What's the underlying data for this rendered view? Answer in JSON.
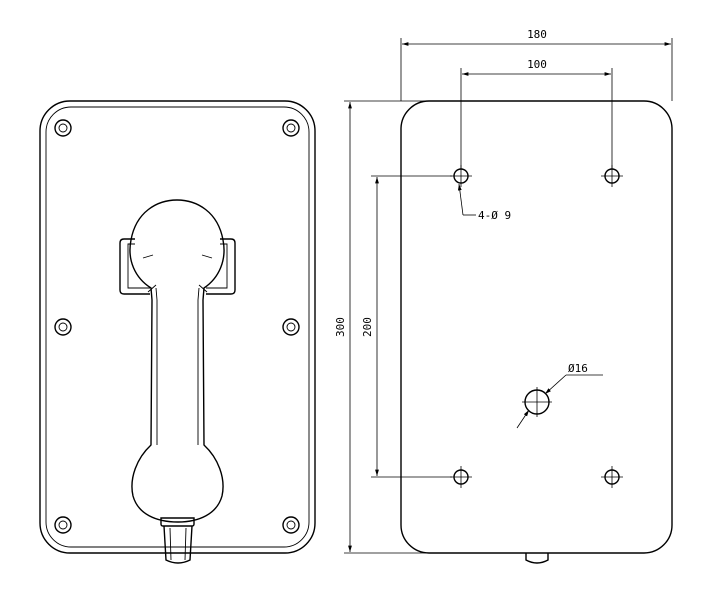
{
  "front_view": {
    "screws": 6
  },
  "rear_view": {
    "dimensions": {
      "overall_width": "180",
      "hole_spacing_horizontal": "100",
      "overall_height": "300",
      "hole_spacing_vertical": "200",
      "mounting_holes": "4-Ø 9",
      "cable_hole": "Ø16"
    }
  }
}
